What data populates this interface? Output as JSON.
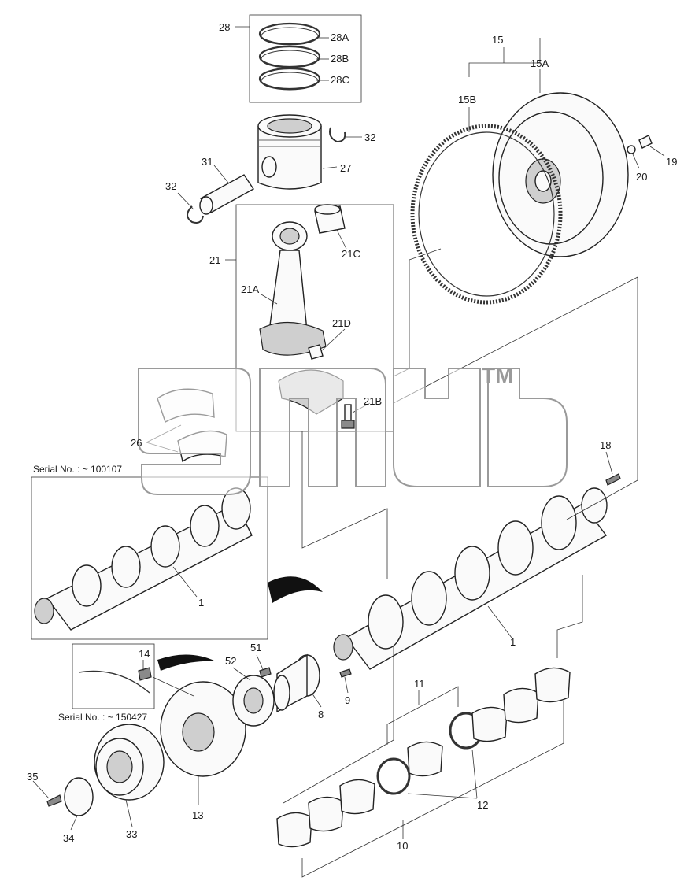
{
  "callouts": {
    "c28": "28",
    "c28a": "28A",
    "c28b": "28B",
    "c28c": "28C",
    "c32a": "32",
    "c32b": "32",
    "c27": "27",
    "c31": "31",
    "c21": "21",
    "c21a": "21A",
    "c21b": "21B",
    "c21c": "21C",
    "c21d": "21D",
    "c15": "15",
    "c15a": "15A",
    "c15b": "15B",
    "c19": "19",
    "c20": "20",
    "c26": "26",
    "c18": "18",
    "c1a": "1",
    "c1b": "1",
    "c14": "14",
    "c52": "52",
    "c51": "51",
    "c9": "9",
    "c8": "8",
    "c11": "11",
    "c12": "12",
    "c10": "10",
    "c13": "13",
    "c33": "33",
    "c34": "34",
    "c35": "35"
  },
  "serials": {
    "upper": "Serial No.  : ~ 100107",
    "lower": "Serial No. : ~ 150427"
  },
  "watermark": {
    "trademark": "TM"
  }
}
